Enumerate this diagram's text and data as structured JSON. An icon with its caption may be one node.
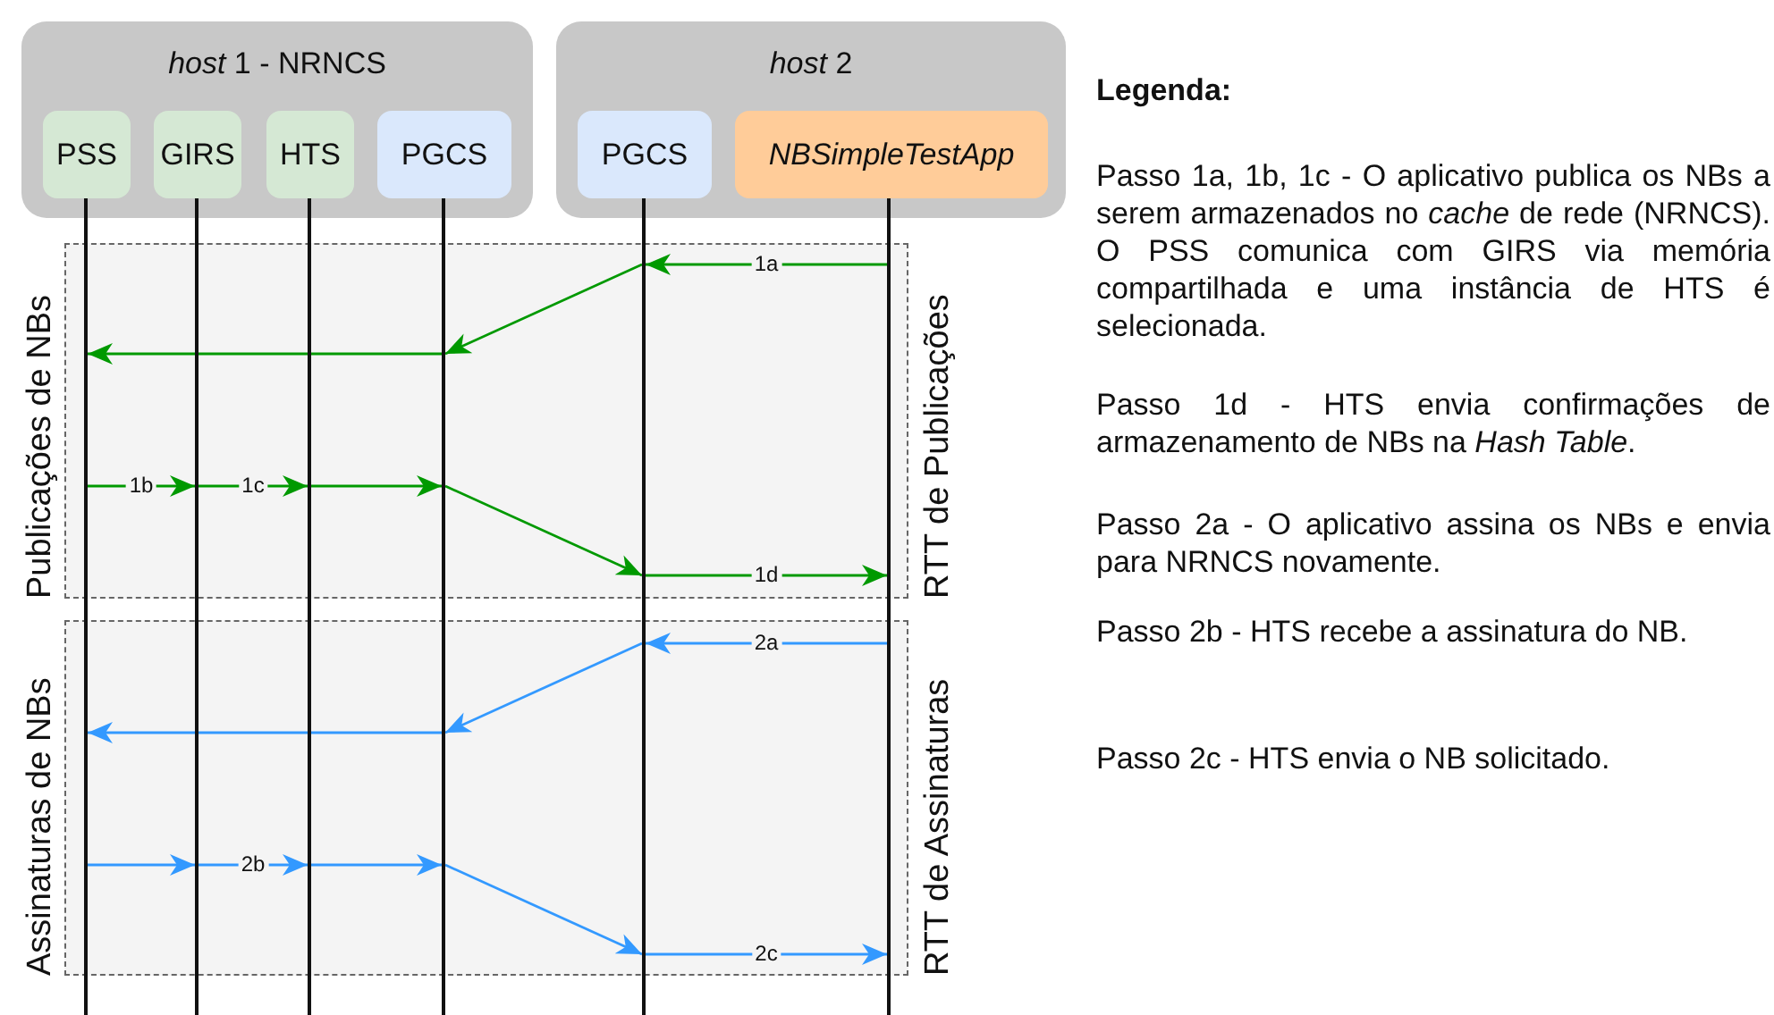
{
  "diagram": {
    "nodes": [
      {
        "text": [
          "*host* 1 - NRNCS"
        ]
      },
      {
        "text": [
          "PSS"
        ],
        "in": 0
      },
      {
        "text": [
          "GIRS"
        ],
        "in": 0
      },
      {
        "text": [
          "HTS"
        ],
        "in": 0
      },
      {
        "text": [
          "PGCS"
        ],
        "in": 0
      },
      {
        "text": [
          "*host* 2"
        ]
      },
      {
        "text": [
          "PGCS"
        ],
        "in": 5
      },
      {
        "text": [
          "NBSimpleTestApp"
        ],
        "in": 5
      },
      {
        "text": [],
        "shape": "line"
      },
      {
        "text": [],
        "shape": "line"
      },
      {
        "text": [],
        "shape": "line"
      },
      {
        "text": [],
        "shape": "line"
      },
      {
        "text": [],
        "shape": "line"
      },
      {
        "text": [],
        "shape": "line"
      }
    ],
    "edges": [
      {
        "from": 13,
        "to": 12,
        "arrow": "to",
        "label": "1a",
        "color": "#009900"
      },
      {
        "from": 12,
        "to": 11,
        "arrow": "to",
        "color": "#009900"
      },
      {
        "from": 11,
        "to": 8,
        "arrow": "to",
        "color": "#009900"
      },
      {
        "from": 8,
        "to": 9,
        "arrow": "to",
        "label": "1b",
        "color": "#009900"
      },
      {
        "from": 9,
        "to": 10,
        "arrow": "to",
        "label": "1c",
        "color": "#009900"
      },
      {
        "from": 10,
        "to": 11,
        "arrow": "to",
        "color": "#009900"
      },
      {
        "from": 11,
        "to": 12,
        "arrow": "to",
        "color": "#009900"
      },
      {
        "from": 12,
        "to": 13,
        "arrow": "to",
        "label": "1d",
        "color": "#009900"
      },
      {
        "from": 13,
        "to": 12,
        "arrow": "to",
        "label": "2a",
        "color": "#3399ff"
      },
      {
        "from": 12,
        "to": 11,
        "arrow": "to",
        "color": "#3399ff"
      },
      {
        "from": 11,
        "to": 8,
        "arrow": "to",
        "color": "#3399ff"
      },
      {
        "from": 8,
        "to": 9,
        "arrow": "to",
        "color": "#3399ff"
      },
      {
        "from": 9,
        "to": 10,
        "arrow": "to",
        "label": "2b",
        "color": "#3399ff"
      },
      {
        "from": 10,
        "to": 11,
        "arrow": "to",
        "color": "#3399ff"
      },
      {
        "from": 11,
        "to": 12,
        "arrow": "to",
        "color": "#3399ff"
      },
      {
        "from": 12,
        "to": 13,
        "arrow": "to",
        "label": "2c",
        "color": "#3399ff"
      }
    ],
    "labels": [
      "Publicações de NBs",
      "RTT de Publicações",
      "Assinaturas de NBs",
      "RTT de Assinaturas",
      "Legenda:",
      "Passo 1a, 1b, 1c - O aplicativo publica os NBs a serem armazenados no *cache* de rede (NRNCS). O PSS comunica com GIRS via memória compartilhada e uma instância de HTS é selecionada.",
      "Passo 1d - HTS envia confirmações de armazenamento de NBs na *Hash Table*.",
      "Passo 2a - O aplicativo assina os NBs e envia para NRNCS novamente.",
      "Passo 2b - HTS recebe a assinatura do NB.",
      "Passo 2c - HTS envia o NB solicitado."
    ]
  }
}
